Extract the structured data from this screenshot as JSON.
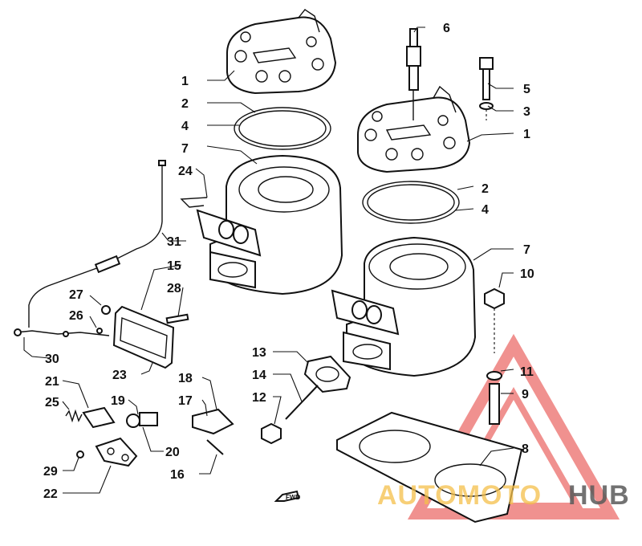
{
  "diagram": {
    "labels": {
      "head_left": "1",
      "head_right": "1",
      "gasket_left_outer": "2",
      "gasket_right_outer": "2",
      "washer": "3",
      "gasket_left_inner": "4",
      "gasket_right_inner": "4",
      "bolt": "5",
      "spark_plug": "6",
      "cylinder_left": "7",
      "cylinder_right": "7",
      "base_gasket": "8",
      "stud": "9",
      "nut_large": "10",
      "washer_small": "11",
      "nut_flange": "12",
      "exhaust_gasket": "13",
      "exhaust_stud": "14",
      "valve_cover": "15",
      "pin": "16",
      "valve_part_17": "17",
      "valve_part_18": "18",
      "valve_part_19": "19",
      "valve_part_20": "20",
      "valve_part_21": "21",
      "plate": "22",
      "cover_gasket": "23",
      "hook": "24",
      "spring": "25",
      "screw_26": "26",
      "nut_27": "27",
      "bolt_28": "28",
      "screw_29": "29",
      "cable_end": "30",
      "cable": "31"
    },
    "fwd_arrow": "FWD"
  },
  "watermark": {
    "part1": "AUTOMOTO",
    "part2": "HUB",
    "color_triangle": "#e53935",
    "color_part1": "#f5c04a",
    "color_part2": "#5a5a5a"
  }
}
